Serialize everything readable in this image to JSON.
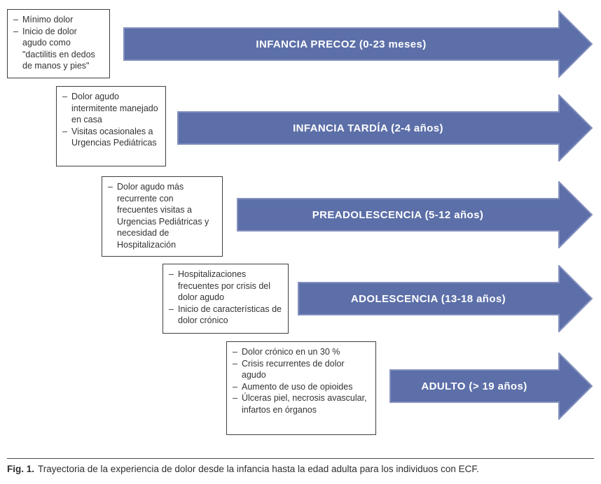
{
  "ui": {
    "bullet_marker": "–"
  },
  "colors": {
    "arrow_fill": "#5C6FA8",
    "arrow_stroke": "#8490BE",
    "arrow_label_color": "#FFFFFF",
    "box_border": "#3F3F3F",
    "text_color": "#333333",
    "divider_color": "#4A4A4A",
    "caption_color": "#2E2E2E"
  },
  "stages": [
    {
      "label": "INFANCIA PRECOZ (0-23 meses)",
      "bullets": [
        "Mínimo dolor",
        "Inicio de dolor agudo como \"dactilitis en dedos de manos y pies\""
      ]
    },
    {
      "label": "INFANCIA TARDÍA (2-4 años)",
      "bullets": [
        "Dolor agudo intermitente manejado en casa",
        "Visitas ocasionales a Urgencias Pediátricas"
      ]
    },
    {
      "label": "PREADOLESCENCIA (5-12 años)",
      "bullets": [
        "Dolor agudo más recurrente con frecuentes visitas a Urgencias Pediátricas y necesidad de Hospitalización"
      ]
    },
    {
      "label": "ADOLESCENCIA (13-18 años)",
      "bullets": [
        "Hospitalizaciones frecuentes por crisis del dolor agudo",
        "Inicio de características de dolor crónico"
      ]
    },
    {
      "label": "ADULTO (> 19 años)",
      "bullets": [
        "Dolor crónico en un 30 %",
        "Crisis recurrentes de dolor agudo",
        "Aumento de uso de opioides",
        "Úlceras piel, necrosis avascular, infartos en órganos"
      ]
    }
  ],
  "caption": {
    "prefix": "Fig. 1.",
    "text": "Trayectoria de la experiencia de dolor desde la infancia hasta la edad adulta para los individuos con ECF."
  }
}
